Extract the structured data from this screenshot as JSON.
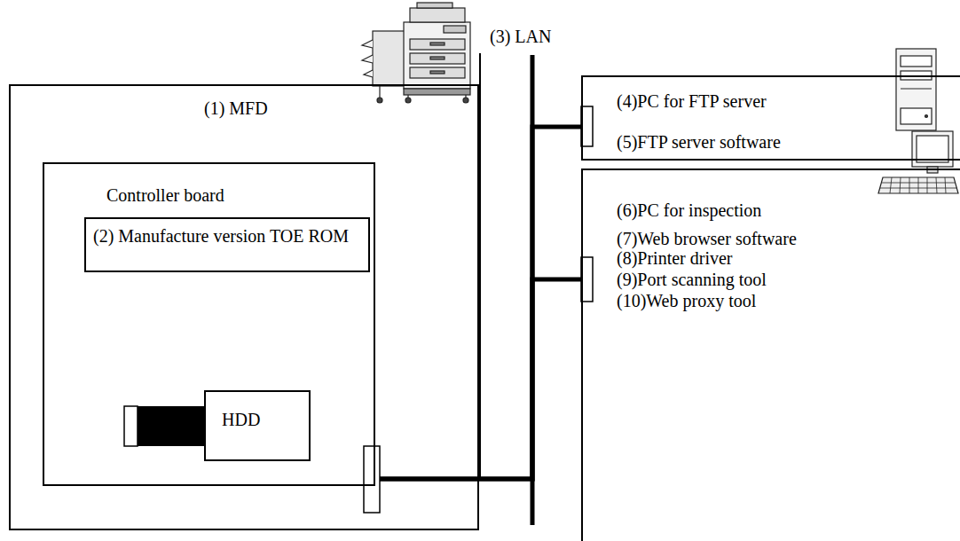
{
  "diagram": {
    "nodes": [
      {
        "text": [
          "(1) MFD"
        ]
      },
      {
        "text": [
          "Controller board"
        ],
        "in": 0
      },
      {
        "text": [
          "(2) Manufacture version TOE ROM"
        ],
        "in": 1
      },
      {
        "text": [
          "HDD"
        ],
        "in": 1
      },
      {
        "text": [
          "(4)PC for FTP server",
          "(5)FTP server software"
        ]
      },
      {
        "text": [
          "(6)PC for inspection",
          "(7)Web browser software",
          "(8)Printer driver",
          "(9)Port scanning tool",
          "(10)Web proxy tool"
        ]
      }
    ],
    "edges": [
      {
        "from": 1,
        "to": 4,
        "arrow": "none"
      },
      {
        "from": 1,
        "to": 5,
        "arrow": "none"
      }
    ],
    "labels": [
      "(3) LAN"
    ]
  }
}
